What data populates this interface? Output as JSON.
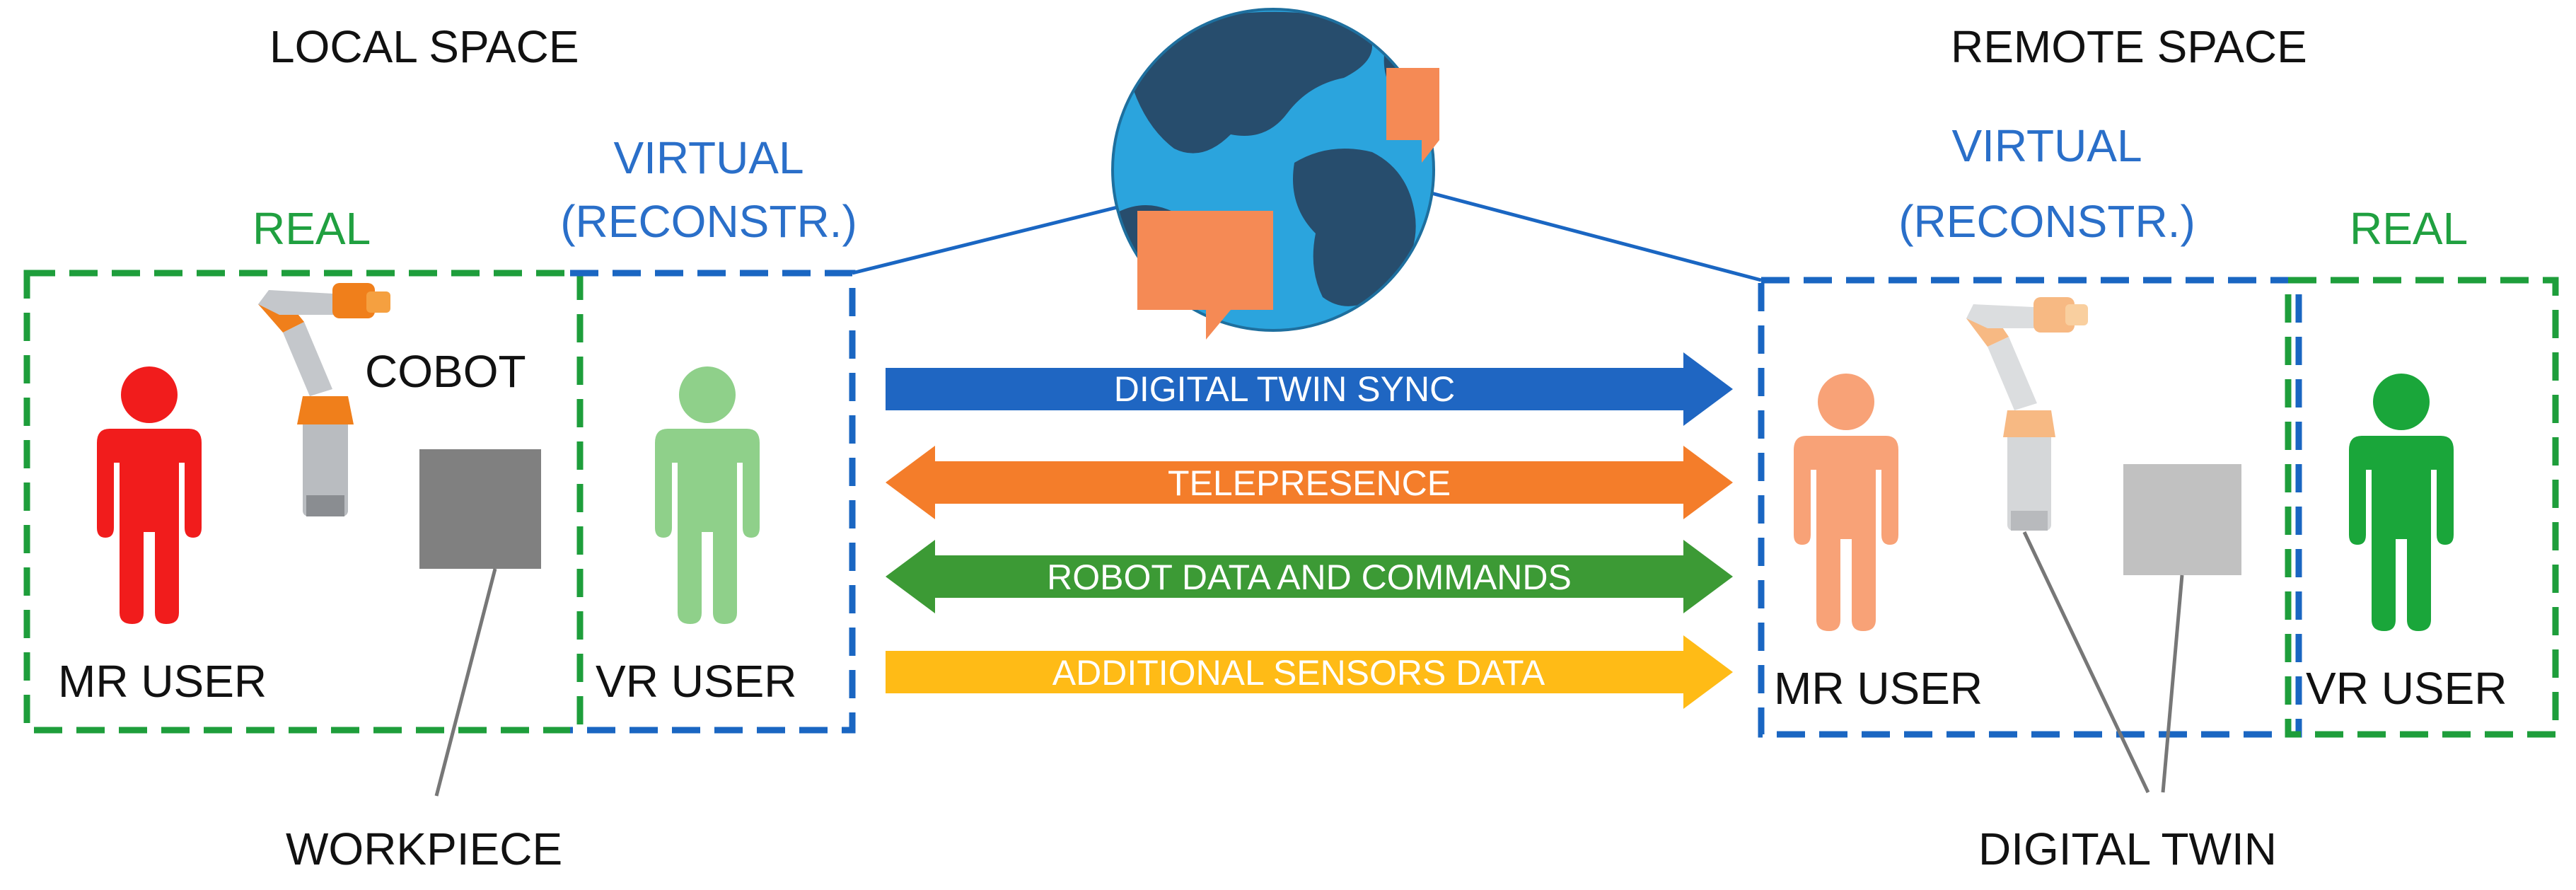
{
  "labels": {
    "local_space": "LOCAL SPACE",
    "remote_space": "REMOTE SPACE",
    "local_real": "REAL",
    "local_virtual_line1": "VIRTUAL",
    "local_virtual_line2": "(RECONSTR.)",
    "remote_virtual_line1": "VIRTUAL",
    "remote_virtual_line2": "(RECONSTR.)",
    "remote_real": "REAL",
    "cobot": "COBOT",
    "local_mr_user": "MR USER",
    "local_vr_user": "VR USER",
    "remote_mr_user": "MR USER",
    "remote_vr_user": "VR USER",
    "workpiece": "WORKPIECE",
    "digital_twin": "DIGITAL TWIN"
  },
  "arrows": [
    {
      "label": "DIGITAL TWIN SYNC",
      "direction": "right",
      "color": "#1f66c2"
    },
    {
      "label": "TELEPRESENCE",
      "direction": "both",
      "color": "#f47d2a"
    },
    {
      "label": "ROBOT DATA AND COMMANDS",
      "direction": "both",
      "color": "#3c9a35"
    },
    {
      "label": "ADDITIONAL SENSORS DATA",
      "direction": "right",
      "color": "#ffbb16"
    }
  ],
  "colors": {
    "real_box": "#1e9e3b",
    "virtual_box": "#1a66c2",
    "virtual_text": "#2a6fc9",
    "real_text": "#20a040",
    "local_mr_user": "#f11c1c",
    "local_vr_user": "#8fd08a",
    "remote_mr_user": "#f8a277",
    "remote_vr_user": "#1aa63a",
    "workpiece_local": "#808080",
    "workpiece_remote": "#c1c1c1",
    "globe_ocean": "#2ba4dd",
    "globe_land": "#274d6d"
  }
}
